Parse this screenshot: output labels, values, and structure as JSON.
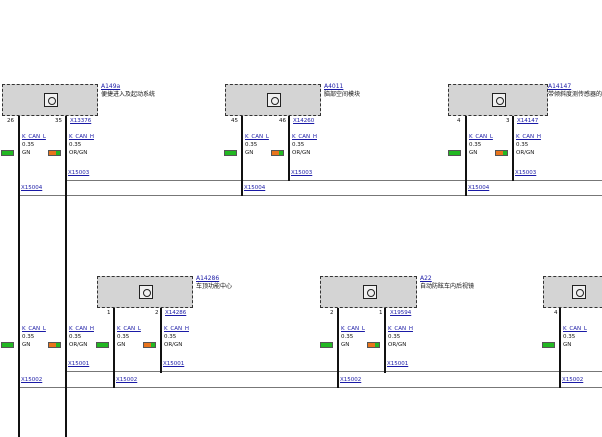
{
  "components": [
    {
      "id": "A149a",
      "name": "便捷进入及起动系统",
      "icon": "ecu-icon",
      "pins": [
        "26",
        "35"
      ],
      "pin_link": "X13376"
    },
    {
      "id": "A4011",
      "name": "脑部空间模块",
      "icon": "ecu-icon",
      "pins": [
        "45",
        "46"
      ],
      "pin_link": "X14260"
    },
    {
      "id": "A14147",
      "name": "带倾斜度测传感器的",
      "icon": "ecu-icon",
      "pins": [
        "4",
        "3"
      ],
      "pin_link": "X14147"
    },
    {
      "id": "A14286",
      "name": "车顶功能中心",
      "icon": "ecu-icon",
      "pins": [
        "1",
        "2"
      ],
      "pin_link": "X14286"
    },
    {
      "id": "A22",
      "name": "自动防眩车内后视镜",
      "icon": "ecu-icon",
      "pins": [
        "2",
        "1"
      ],
      "pin_link": "X19594"
    },
    {
      "id": "",
      "name": "",
      "icon": "ecu-icon",
      "pins": [
        "4"
      ],
      "pin_link": ""
    }
  ],
  "signals": {
    "can_low": {
      "name": "K_CAN_L",
      "size": "0.35",
      "color": "GN"
    },
    "can_high": {
      "name": "K_CAN_H",
      "size": "0.35",
      "color": "OR/GN"
    }
  },
  "wire_colors": {
    "gn": "#22b822",
    "or_gn": "#e8741c"
  },
  "connectors": {
    "X15003": "X15003",
    "X15004": "X15004",
    "X15001": "X15001",
    "X15002": "X15002"
  }
}
